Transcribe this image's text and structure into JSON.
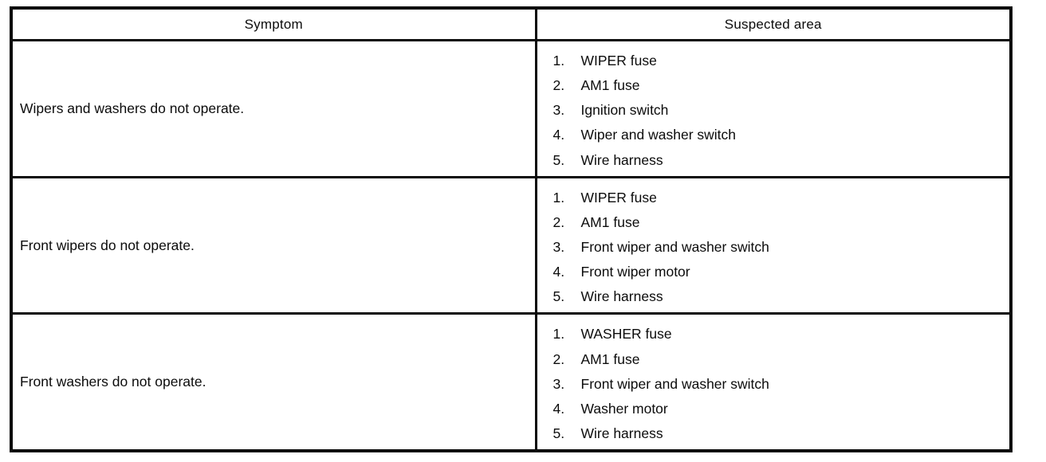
{
  "colors": {
    "ink": "#0a0a0a",
    "paper": "#ffffff"
  },
  "table": {
    "headers": {
      "symptom": "Symptom",
      "suspected_area": "Suspected area"
    },
    "rows": [
      {
        "symptom": "Wipers and washers do not operate.",
        "items": [
          {
            "num": "1.",
            "label": "WIPER fuse"
          },
          {
            "num": "2.",
            "label": "AM1 fuse"
          },
          {
            "num": "3.",
            "label": "Ignition switch"
          },
          {
            "num": "4.",
            "label": "Wiper and washer switch"
          },
          {
            "num": "5.",
            "label": "Wire harness"
          }
        ]
      },
      {
        "symptom": "Front wipers do not operate.",
        "items": [
          {
            "num": "1.",
            "label": "WIPER fuse"
          },
          {
            "num": "2.",
            "label": "AM1 fuse"
          },
          {
            "num": "3.",
            "label": "Front wiper and washer switch"
          },
          {
            "num": "4.",
            "label": "Front wiper motor"
          },
          {
            "num": "5.",
            "label": "Wire harness"
          }
        ]
      },
      {
        "symptom": "Front washers do not operate.",
        "items": [
          {
            "num": "1.",
            "label": "WASHER fuse"
          },
          {
            "num": "2.",
            "label": "AM1 fuse"
          },
          {
            "num": "3.",
            "label": "Front wiper and washer switch"
          },
          {
            "num": "4.",
            "label": "Washer motor"
          },
          {
            "num": "5.",
            "label": "Wire harness"
          }
        ]
      }
    ]
  }
}
